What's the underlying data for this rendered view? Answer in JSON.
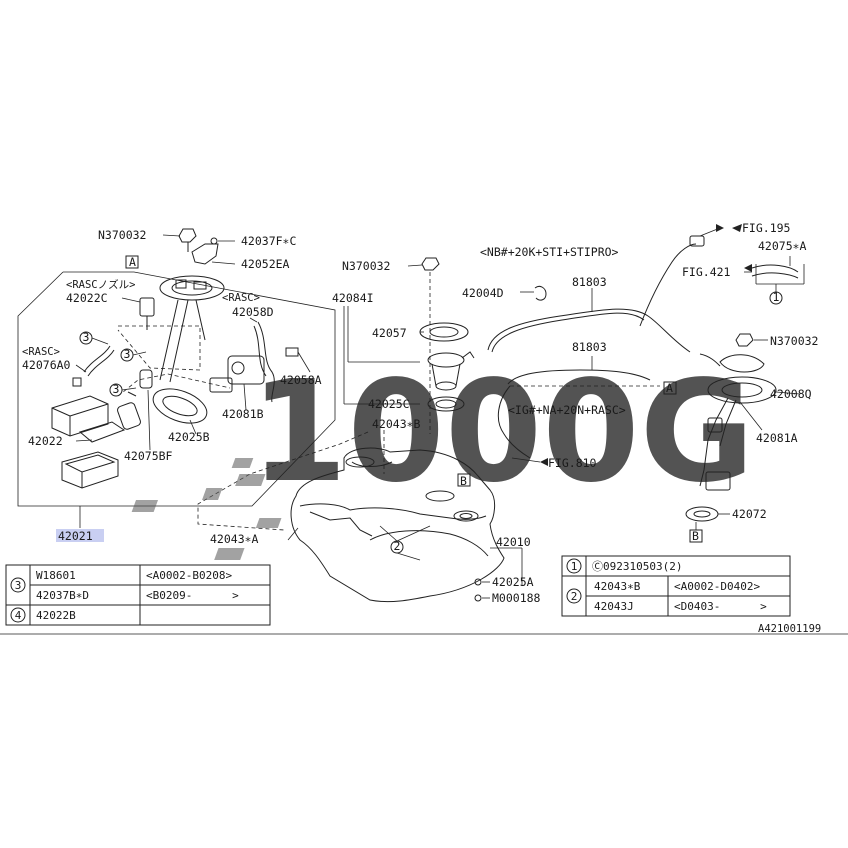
{
  "watermark": {
    "text": "1000G",
    "color": "#f2ee9a"
  },
  "part_labels": {
    "n370032_top": "N370032",
    "p42037fc": "42037F∗C",
    "p42052ea": "42052EA",
    "box_a_top": "A",
    "rasc_nozzle": "<RASCノズル>",
    "p42022c": "42022C",
    "rasc_right": "<RASC>",
    "p42058d": "42058D",
    "rasc_left": "<RASC>",
    "p42076a0": "42076A0",
    "p42058a": "42058A",
    "p42081b": "42081B",
    "p42022": "42022",
    "p42025b": "42025B",
    "p42075bf": "42075BF",
    "p42021": "42021",
    "n370032_mid": "N370032",
    "p42084i": "42084I",
    "p42057": "42057",
    "p42025c": "42025C",
    "p42043b": "42043∗B",
    "box_b_tank": "B",
    "p42043a": "42043∗A",
    "p42010": "42010",
    "p42025a": "42025A",
    "m000188": "M000188",
    "nb_note": "<NB#+20K+STI+STIPRO>",
    "p81803_top": "81803",
    "p42004d": "42004D",
    "p81803_mid": "81803",
    "box_a_mid": "A",
    "ig_note": "<IG#+NA+20N+RASC>",
    "fig810": "FIG.810",
    "fig195": "FIG.195",
    "p42075a": "42075∗A",
    "fig421": "FIG.421",
    "n370032_right": "N370032",
    "p42008q": "42008Q",
    "p42081a": "42081A",
    "p42072": "42072",
    "box_b_right": "B",
    "callout_1": "1",
    "callout_2": "2",
    "callout_3": "3",
    "doc_code": "A421001199"
  },
  "tables": {
    "left": {
      "rows": [
        {
          "ref": "3",
          "part": "W18601",
          "range": "<A0002-B0208>"
        },
        {
          "ref": "",
          "part": "42037B∗D",
          "range": "<B0209-      >"
        },
        {
          "ref": "4",
          "part": "42022B",
          "range": ""
        }
      ]
    },
    "right": {
      "rows": [
        {
          "ref": "1",
          "part": "Ⓒ092310503(2)",
          "range": ""
        },
        {
          "ref": "2",
          "part": "42043∗B",
          "range": "<A0002-D0402>"
        },
        {
          "ref": "",
          "part": "42043J",
          "range": "<D0403-      >"
        }
      ]
    }
  }
}
